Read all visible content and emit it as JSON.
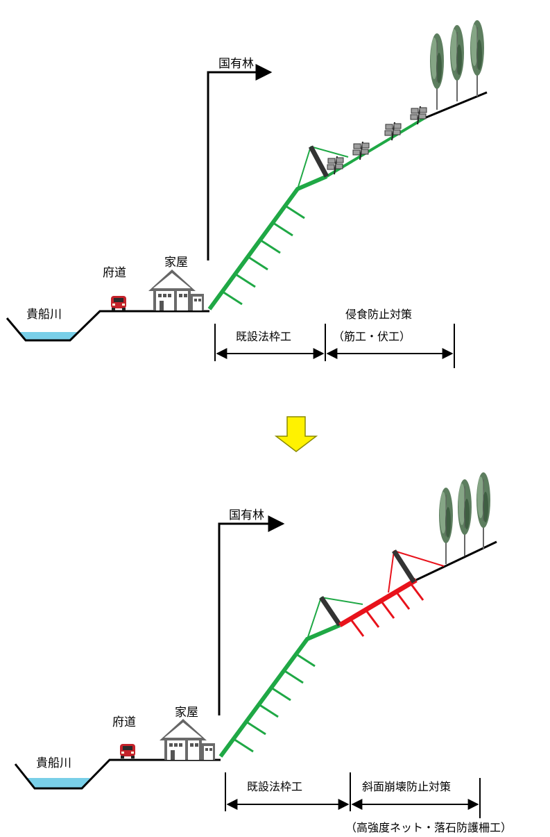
{
  "before": {
    "river": "貴船川",
    "road": "府道",
    "house": "家屋",
    "forest": "国有林",
    "section_existing": "既設法枠工",
    "section_new_title": "侵食防止対策",
    "section_new_sub": "（筋工・伏工）"
  },
  "after": {
    "river": "貴船川",
    "road": "府道",
    "house": "家屋",
    "forest": "国有林",
    "section_existing": "既設法枠工",
    "section_new_title": "斜面崩壊防止対策",
    "section_new_sub": "（高強度ネット・落石防護柵工）"
  },
  "colors": {
    "existing_work": "#1fa845",
    "new_work": "#e8121b",
    "water": "#79cfe8",
    "transition_arrow": "#fff200"
  },
  "icons": {
    "house": "house-icon",
    "car": "car-icon",
    "tree": "tree-icon",
    "arrow_down": "arrow-down-icon"
  }
}
